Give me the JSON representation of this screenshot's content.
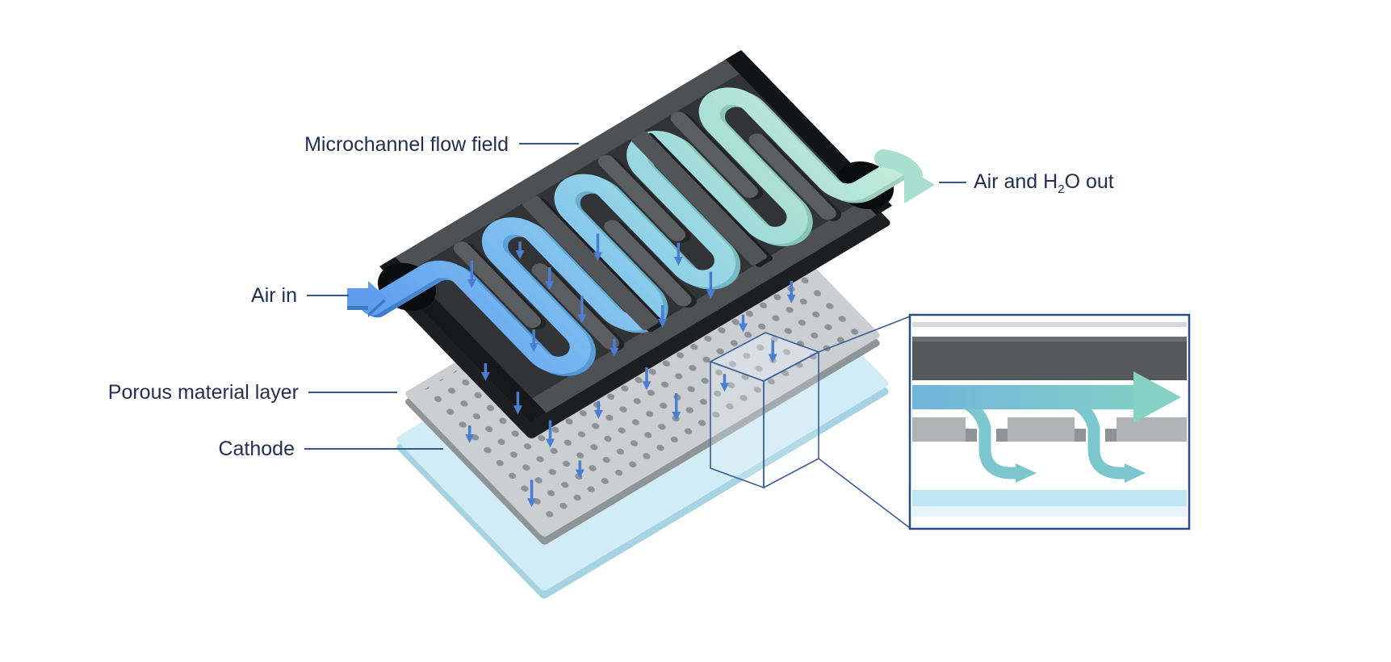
{
  "labels": {
    "microchannel": "Microchannel flow field",
    "air_out_prefix": "Air and H",
    "air_out_subscript": "2",
    "air_out_suffix": "O out",
    "air_in": "Air in",
    "porous_layer": "Porous material layer",
    "cathode": "Cathode"
  },
  "colors": {
    "label_text": "#20304f",
    "leader_line": "#35598f",
    "inset_border": "#2a4d85",
    "channel_inlet_blue": "#5e9ff0",
    "channel_outlet_teal": "#c2ebdb",
    "frame_gray": "#4e5154",
    "plate_gray": "#cbcfd2",
    "cathode_blue": "#d2ecf7",
    "flow_arrow_blue": "#4a7ed2"
  }
}
